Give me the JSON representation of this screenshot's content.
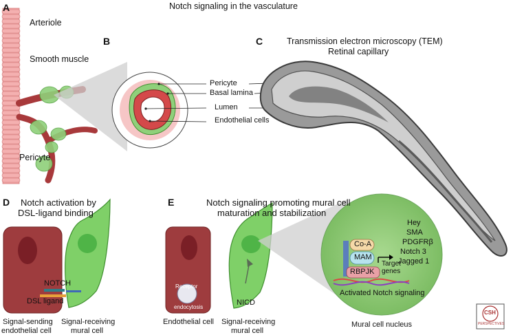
{
  "title": "Notch signaling in the vasculature",
  "panels": {
    "a": {
      "letter": "A",
      "arteriole": "Arteriole",
      "smooth_muscle": "Smooth muscle",
      "pericyte": "Pericyte"
    },
    "b": {
      "letter": "B",
      "pericyte": "Pericyte",
      "basal_lamina": "Basal lamina",
      "lumen": "Lumen",
      "endothelial_cells": "Endothelial cells"
    },
    "c": {
      "letter": "C",
      "title_line1": "Transmission electron microscopy (TEM)",
      "title_line2": "Retinal capillary"
    },
    "d": {
      "letter": "D",
      "title_line1": "Notch activation by",
      "title_line2": "DSL-ligand binding",
      "notch": "NOTCH",
      "dsl_ligand": "DSL ligand",
      "sender_line1": "Signal-sending",
      "sender_line2": "endothelial cell",
      "receiver_line1": "Signal-receiving",
      "receiver_line2": "mural cell"
    },
    "e": {
      "letter": "E",
      "title_line1": "Notch signaling promoting mural cell",
      "title_line2": "maturation and stabilization",
      "receptor_line1": "Receptor",
      "receptor_line2": "endocytosis",
      "nicd": "NICD",
      "endothelial_cell": "Endothelial cell",
      "receiver_line1": "Signal-receiving",
      "receiver_line2": "mural cell",
      "coa": "Co-A",
      "mam": "MAM",
      "rbpjk": "RBPJK",
      "target_line1": "Target",
      "target_line2": "genes",
      "targets": [
        "Hey",
        "SMA",
        "PDGFRβ",
        "Notch 3",
        "Jagged 1"
      ],
      "activated": "Activated Notch signaling",
      "nucleus": "Mural cell nucleus"
    }
  },
  "logo": {
    "line1": "CSH",
    "line2": "PERSPECTIVES"
  },
  "colors": {
    "vessel_red": "#a8393b",
    "smooth_muscle_pink": "#f0a3a3",
    "pericyte_green": "#7cd06a",
    "nucleus_green": "#8cc776",
    "endothelial_dark": "#9a3a3c",
    "tem_gray": "#8d8d8d"
  }
}
